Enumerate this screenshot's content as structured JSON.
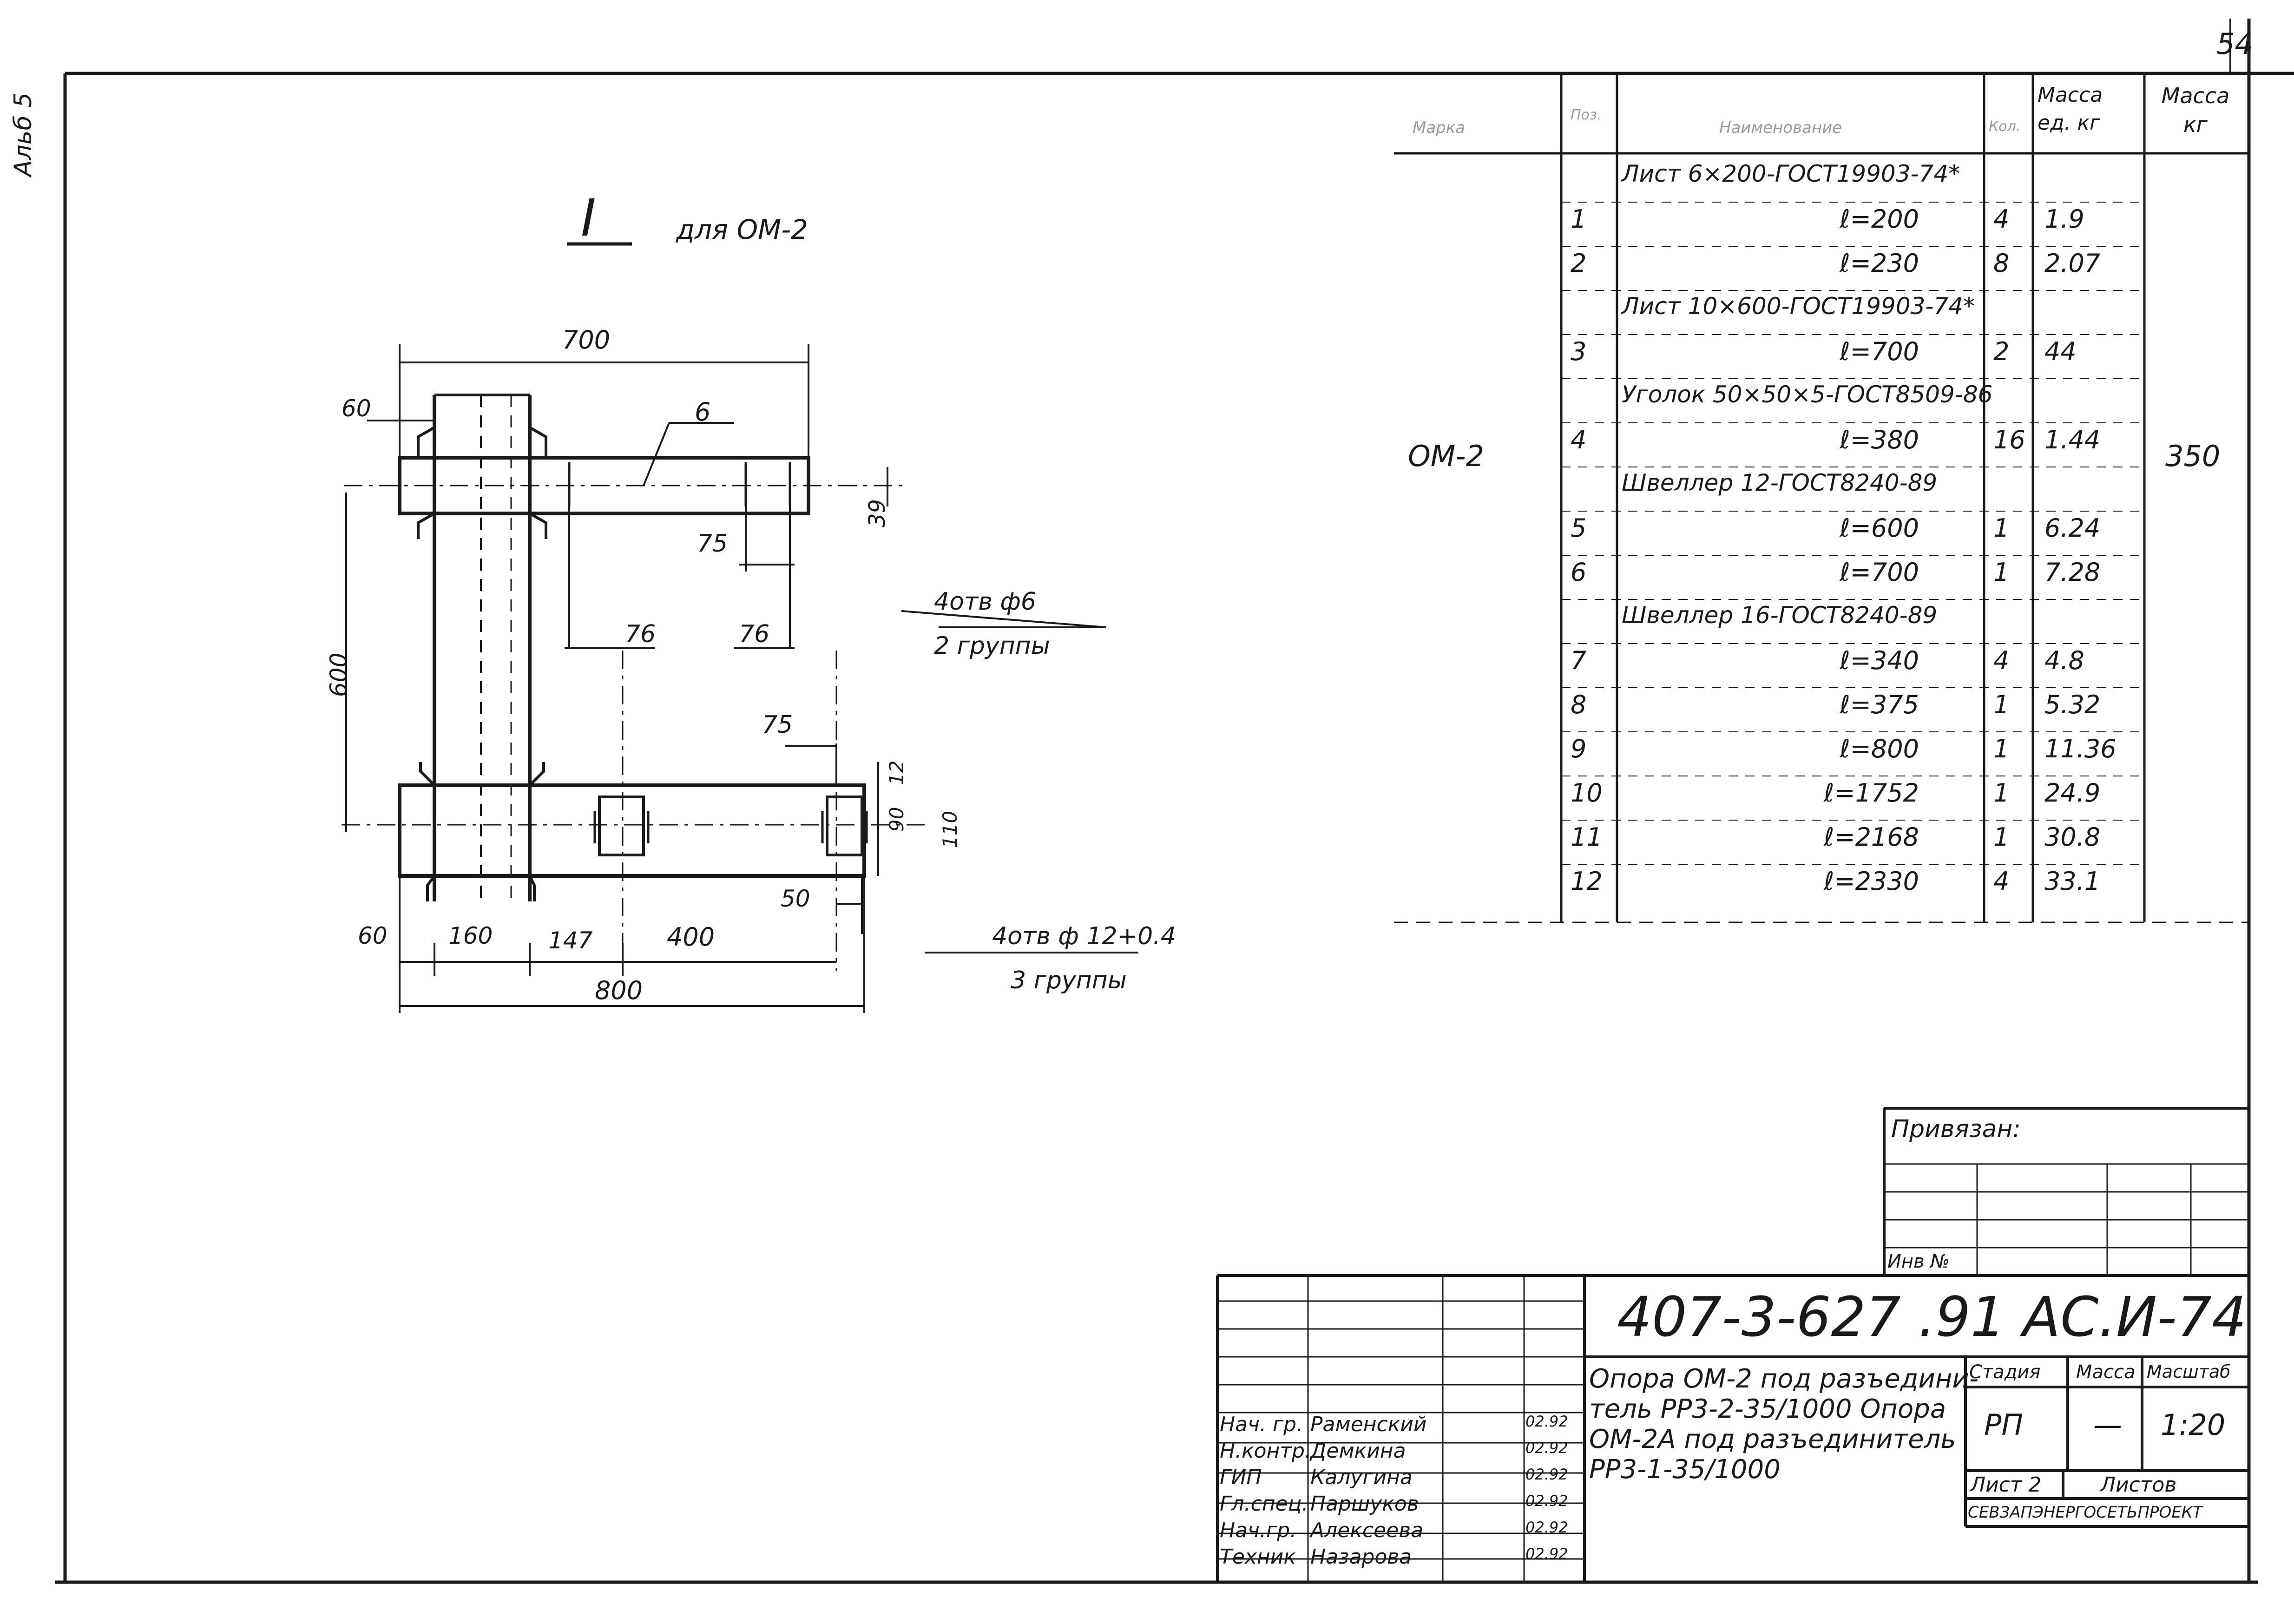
{
  "page_number": "54",
  "margin_note": "Альб 5",
  "view": {
    "marker": "I",
    "caption": "для ОМ-2",
    "dims": {
      "top_width": "700",
      "left_offset_top": "60",
      "part_mark": "6",
      "right_39": "39",
      "d75_top": "75",
      "d76_a": "76",
      "d76_b": "76",
      "vertical_600": "600",
      "d75_mid": "75",
      "d12": "12",
      "d90": "90",
      "d110": "110",
      "d50": "50",
      "bottom_60": "60",
      "bottom_160": "160",
      "bottom_147": "147",
      "bottom_400": "400",
      "bottom_800": "800"
    },
    "holes_top": {
      "line1": "4отв ф6",
      "line2": "2 группы"
    },
    "holes_bottom": {
      "line1": "4отв ф 12+0.4",
      "line2": "3 группы"
    }
  },
  "spec": {
    "headers": {
      "mark": "Марка",
      "pos": "Поз.",
      "name": "Наименование",
      "qty": "Кол.",
      "unit_mass": "Масса ед. кг",
      "mass": "Масса кг"
    },
    "mark": "ОМ-2",
    "total_mass": "350",
    "rows": [
      {
        "pos": "",
        "name": "Лист 6×200-ГОСТ19903-74*",
        "qty": "",
        "mass": "",
        "group": true
      },
      {
        "pos": "1",
        "name": "ℓ=200",
        "qty": "4",
        "mass": "1.9"
      },
      {
        "pos": "2",
        "name": "ℓ=230",
        "qty": "8",
        "mass": "2.07"
      },
      {
        "pos": "",
        "name": "Лист 10×600-ГОСТ19903-74*",
        "qty": "",
        "mass": "",
        "group": true
      },
      {
        "pos": "3",
        "name": "ℓ=700",
        "qty": "2",
        "mass": "44"
      },
      {
        "pos": "",
        "name": "Уголок 50×50×5-ГОСТ8509-86",
        "qty": "",
        "mass": "",
        "group": true
      },
      {
        "pos": "4",
        "name": "ℓ=380",
        "qty": "16",
        "mass": "1.44"
      },
      {
        "pos": "",
        "name": "Швеллер 12-ГОСТ8240-89",
        "qty": "",
        "mass": "",
        "group": true
      },
      {
        "pos": "5",
        "name": "ℓ=600",
        "qty": "1",
        "mass": "6.24"
      },
      {
        "pos": "6",
        "name": "ℓ=700",
        "qty": "1",
        "mass": "7.28"
      },
      {
        "pos": "",
        "name": "Швеллер 16-ГОСТ8240-89",
        "qty": "",
        "mass": "",
        "group": true
      },
      {
        "pos": "7",
        "name": "ℓ=340",
        "qty": "4",
        "mass": "4.8"
      },
      {
        "pos": "8",
        "name": "ℓ=375",
        "qty": "1",
        "mass": "5.32"
      },
      {
        "pos": "9",
        "name": "ℓ=800",
        "qty": "1",
        "mass": "11.36"
      },
      {
        "pos": "10",
        "name": "ℓ=1752",
        "qty": "1",
        "mass": "24.9"
      },
      {
        "pos": "11",
        "name": "ℓ=2168",
        "qty": "1",
        "mass": "30.8"
      },
      {
        "pos": "12",
        "name": "ℓ=2330",
        "qty": "4",
        "mass": "33.1"
      }
    ]
  },
  "stamp": {
    "bound_label": "Привязан:",
    "inv_label": "Инв №",
    "code": "407-3-627 .91  АС.И-74",
    "title": "Опора ОМ-2 под разъединитель РР3-2-35/1000 Опора ОМ-2А под разъединитель РР3-1-35/1000",
    "title_lines": [
      "Опора ОМ-2 под разъедини-",
      "тель РР3-2-35/1000 Опора",
      "ОМ-2А под разъединитель",
      "РР3-1-35/1000"
    ],
    "stage_label": "Стадия",
    "mass_label": "Масса",
    "scale_label": "Масштаб",
    "stage": "РП",
    "mass": "—",
    "scale": "1:20",
    "sheet": "Лист 2",
    "sheets": "Листов",
    "org": "СЕВЗАПЭНЕРГОСЕТЬПРОЕКТ",
    "people": [
      {
        "role": "Нач. гр.",
        "name": "Раменский",
        "date": "02.92"
      },
      {
        "role": "Н.контр.",
        "name": "Демкина",
        "date": "02.92"
      },
      {
        "role": "ГИП",
        "name": "Калугина",
        "date": "02.92"
      },
      {
        "role": "Гл.спец.",
        "name": "Паршуков",
        "date": "02.92"
      },
      {
        "role": "Нач.гр.",
        "name": "Алексеева",
        "date": "02.92"
      },
      {
        "role": "Техник",
        "name": "Назарова",
        "date": "02.92"
      }
    ]
  }
}
